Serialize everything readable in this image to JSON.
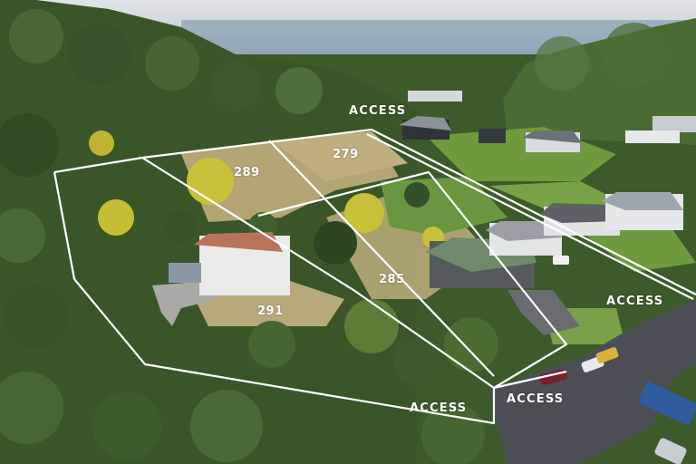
{
  "image": {
    "description": "Aerial photo of hillside residential lots with ocean view, lot boundaries outlined in white",
    "colors": {
      "sky": "#d9dfe3",
      "sea": "#8fa6b8",
      "bush_dark": "#2f4a22",
      "bush_mid": "#4e6e34",
      "grass_dry": "#b7a777",
      "lawn": "#6f9a3e",
      "road": "#4a4d52",
      "boundary": "#ffffff",
      "roof_terracotta": "#b8735a",
      "roof_green": "#6f8a6a"
    }
  },
  "lots": [
    {
      "id": "289",
      "label": "289"
    },
    {
      "id": "279",
      "label": "279"
    },
    {
      "id": "285",
      "label": "285"
    },
    {
      "id": "291",
      "label": "291"
    }
  ],
  "access_labels": [
    {
      "label": "ACCESS",
      "position": "top"
    },
    {
      "label": "ACCESS",
      "position": "right"
    },
    {
      "label": "ACCESS",
      "position": "bottom-left"
    },
    {
      "label": "ACCESS",
      "position": "bottom-right"
    }
  ]
}
